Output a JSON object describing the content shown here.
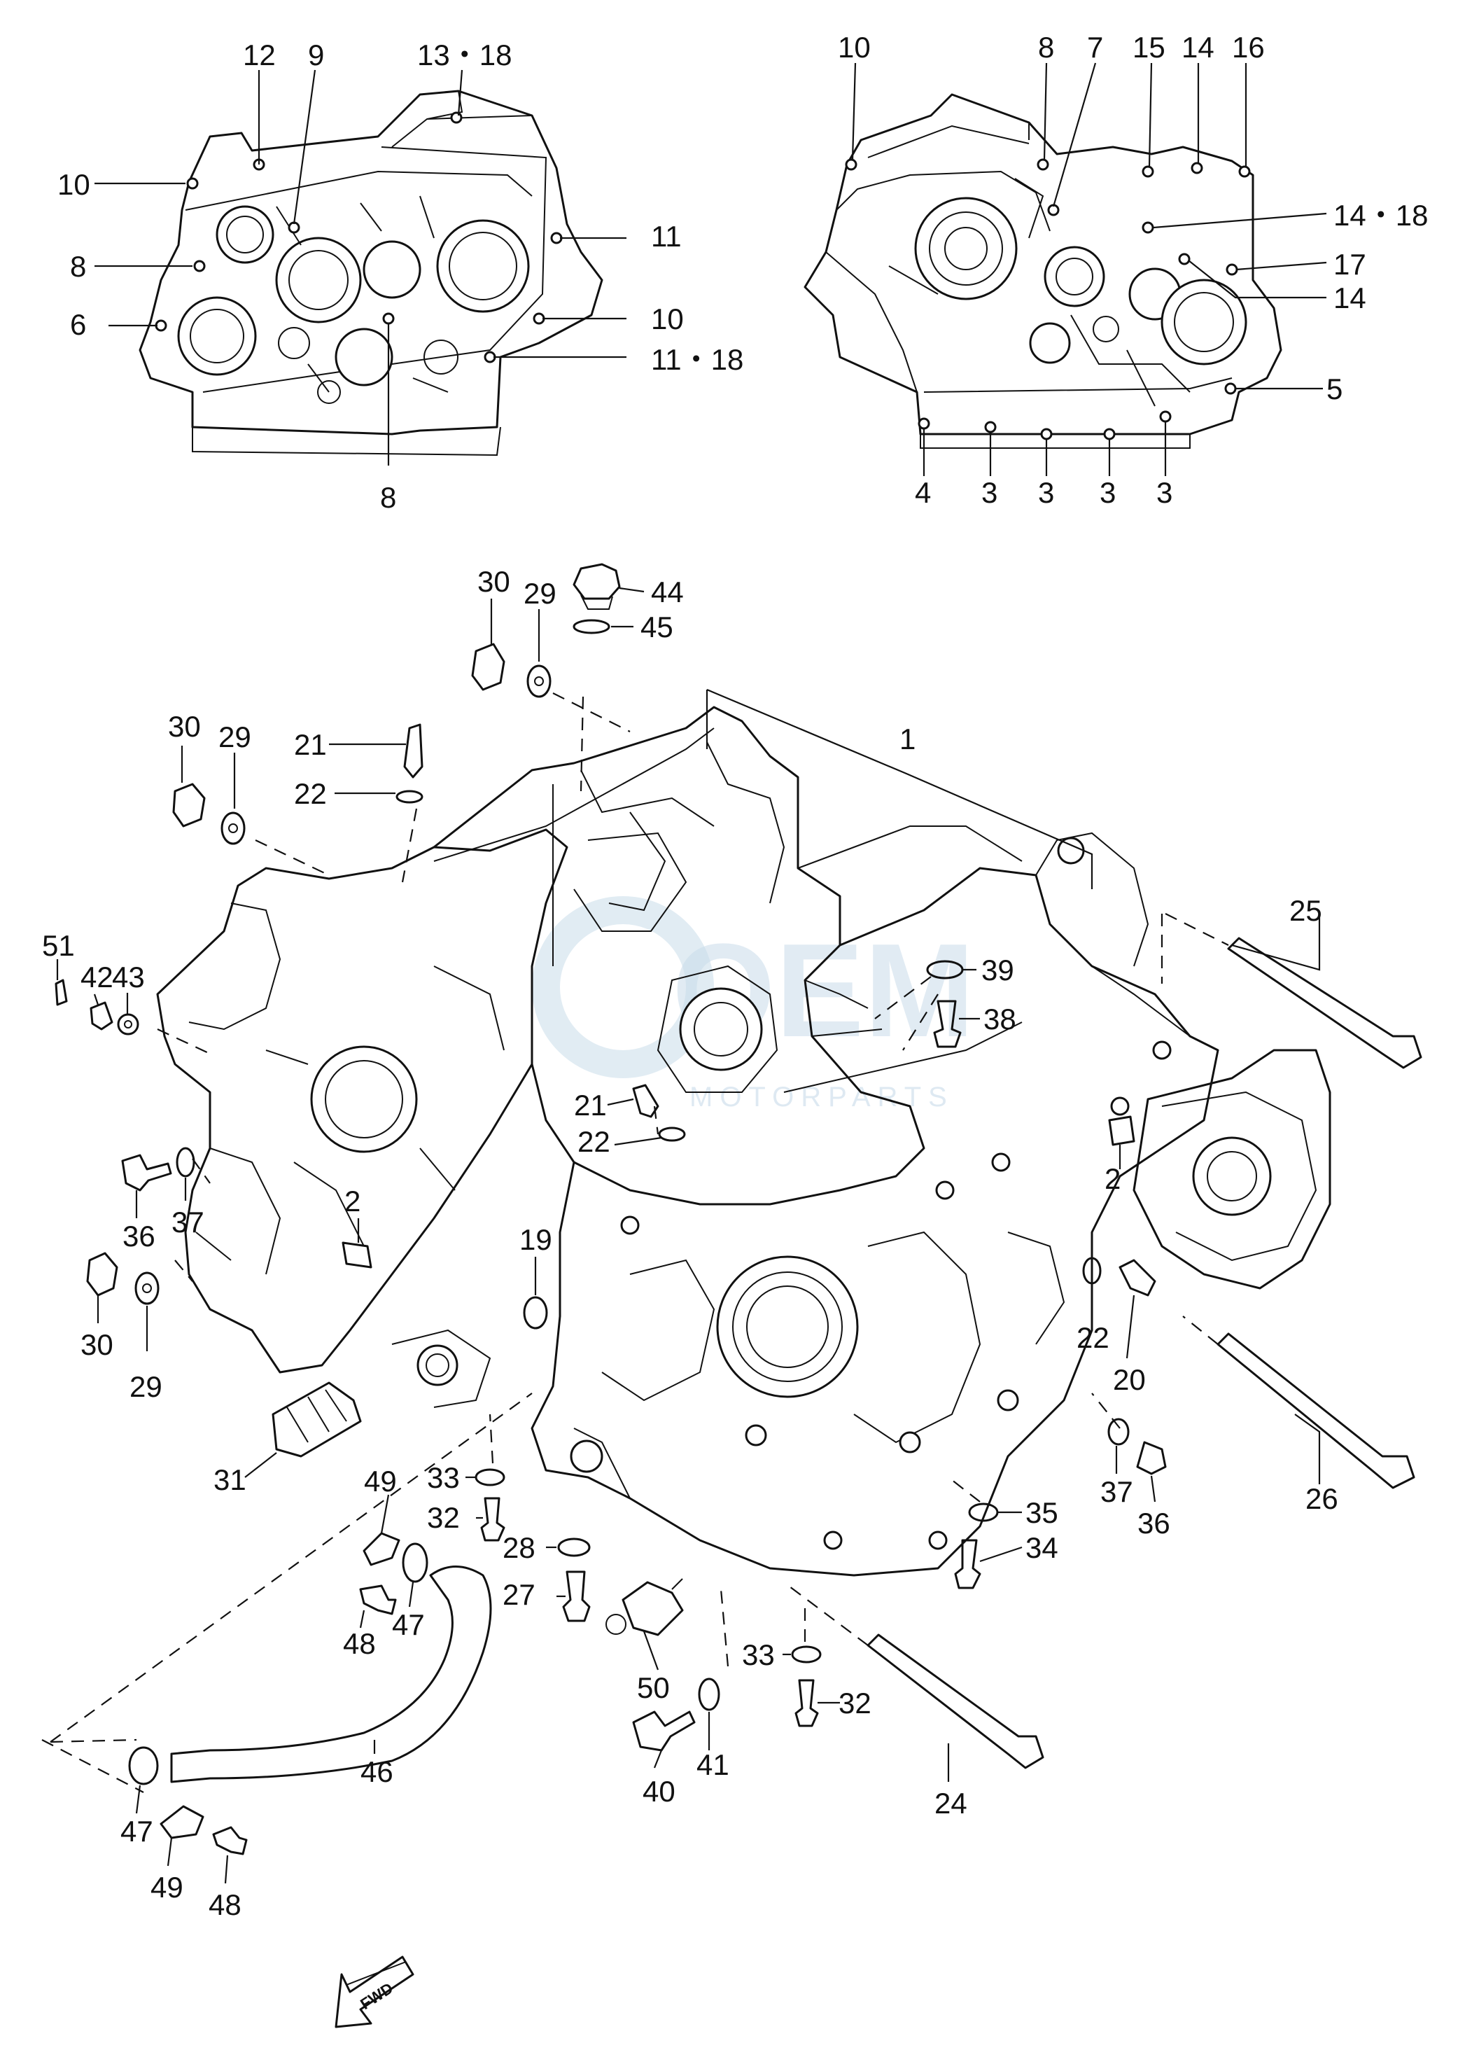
{
  "watermark": {
    "brand": "OEM",
    "subtitle": "MOTORPARTS"
  },
  "direction_badge": "FWD",
  "labels": {
    "a12": "12",
    "a9": "9",
    "a13_18": "13・18",
    "a10_left": "10",
    "a11": "11",
    "a8_left": "8",
    "a10_right": "10",
    "a6": "6",
    "a11_18": "11・18",
    "a8_bottom": "8",
    "b10": "10",
    "b8": "8",
    "b7": "7",
    "b15": "15",
    "b14_top": "14",
    "b16": "16",
    "b14_18": "14・18",
    "b17": "17",
    "b14_mid": "14",
    "b5": "5",
    "b4": "4",
    "b3_1": "3",
    "b3_2": "3",
    "b3_3": "3",
    "b3_4": "3",
    "p1": "1",
    "p2_left": "2",
    "p2_right": "2",
    "p19": "19",
    "p20": "20",
    "p21_top": "21",
    "p22_top": "22",
    "p21_mid": "21",
    "p22_mid": "22",
    "p22_right": "22",
    "p24": "24",
    "p25": "25",
    "p26": "26",
    "p27": "27",
    "p28": "28",
    "p29_top": "29",
    "p30_top": "30",
    "p29_mid": "29",
    "p30_mid": "30",
    "p29_low": "29",
    "p30_low": "30",
    "p31": "31",
    "p32_left": "32",
    "p32_right": "32",
    "p33_left": "33",
    "p33_right": "33",
    "p34": "34",
    "p35": "35",
    "p36_left": "36",
    "p37_left": "37",
    "p36_right": "36",
    "p37_right": "37",
    "p38": "38",
    "p39": "39",
    "p40": "40",
    "p41": "41",
    "p42": "42",
    "p43": "43",
    "p44": "44",
    "p45": "45",
    "p46": "46",
    "p47_top": "47",
    "p47_bottom": "47",
    "p48_top": "48",
    "p48_bottom": "48",
    "p49_top": "49",
    "p49_bottom": "49",
    "p50": "50",
    "p51": "51"
  }
}
